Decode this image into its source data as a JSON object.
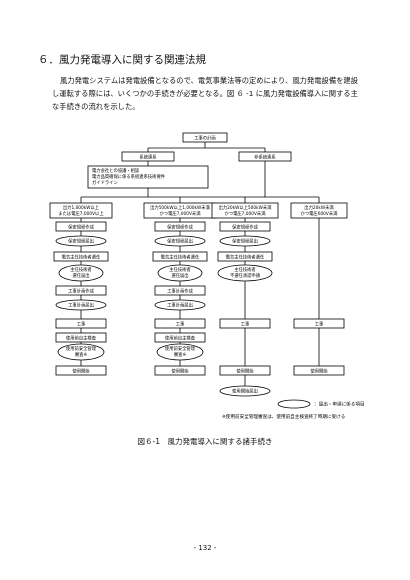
{
  "heading": "６．風力発電導入に関する関連法規",
  "paragraph_lines": [
    "風力発電システムは発電設備となるので、電気事業法等の定めにより、風力発電設備を建設",
    "し運転する際には、いくつかの手続きが必要となる。図 ６ -1 に風力発電設備導入に関する主",
    "な手続きの流れを示した。"
  ],
  "flow": {
    "start": "工事の計画",
    "grid_connected": "系統連系",
    "non_grid": "非系統連系",
    "grid_guideline_lines": [
      "電力会社との協議・相談",
      "電力品質確保に係る系統連系技術要件",
      "ガイドライン"
    ],
    "col1_header": [
      "出力1,000kW以上",
      "または電圧7,000V以上"
    ],
    "col2_header": [
      "出力500kW以上1,000kW未満",
      "かつ電圧7,000V未満"
    ],
    "col3_header": [
      "出力20kW以上500kW未満",
      "かつ電圧7,000V未満"
    ],
    "col4_header": [
      "出力20kW未満",
      "かつ電圧600V未満"
    ],
    "safety_rules": "保安規程作成",
    "safety_rules_report": "保安規程届出",
    "chief_engineer": "電気主任技術者選任",
    "chief_engineer_lines": [
      "主任技術者",
      "選任届出"
    ],
    "chief_engineer_permit_lines": [
      "主任技術者",
      "不選任承認申請"
    ],
    "construction_plan": "工事計画作成",
    "construction_plan_report": "工事計画届出",
    "construction": "工事",
    "pre_use_inspection": "使用前自主検査",
    "pre_use_audit_lines": [
      "使用前安全管理",
      "審査※"
    ],
    "start_use": "使用開始",
    "start_use_report": "使用開始届出"
  },
  "legend_text": "：届出・申請に係る項目",
  "footnote": "※使用前安全管理審査は、使用前自主検査終了時期に受ける",
  "caption": "図６-1　風力発電導入に関する諸手続き",
  "page_number": "- 132 -"
}
